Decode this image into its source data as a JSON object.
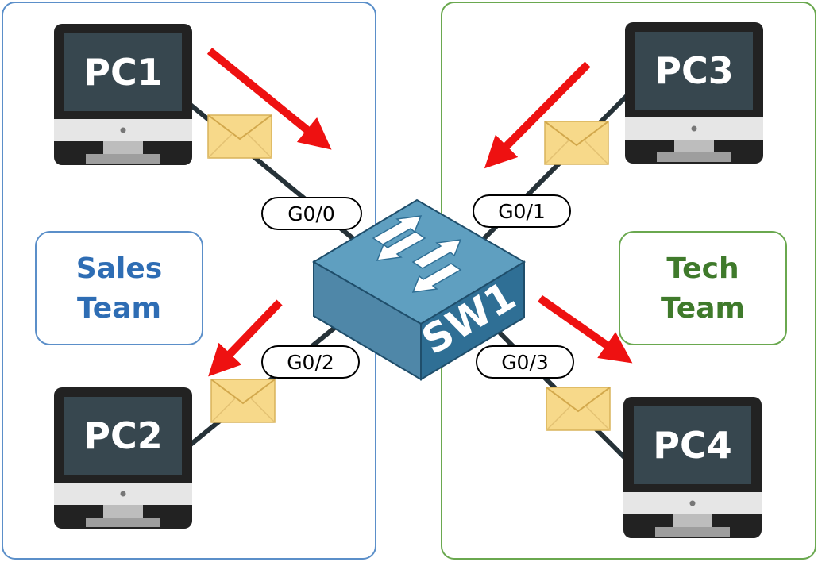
{
  "colors": {
    "sales_border": "#5b8fc9",
    "sales_text": "#2e6db4",
    "tech_border": "#6aa84f",
    "tech_text": "#3f7a2b",
    "arrow": "#ee1111",
    "cable": "#263238",
    "switch_top": "#5f9fc0",
    "switch_side": "#2f6f95",
    "envelope": "#f7d98a"
  },
  "groups": {
    "sales": {
      "label_line1": "Sales",
      "label_line2": "Team"
    },
    "tech": {
      "label_line1": "Tech",
      "label_line2": "Team"
    }
  },
  "switch": {
    "label": "SW1"
  },
  "pcs": {
    "pc1": "PC1",
    "pc2": "PC2",
    "pc3": "PC3",
    "pc4": "PC4"
  },
  "ports": {
    "p0": "G0/0",
    "p1": "G0/1",
    "p2": "G0/2",
    "p3": "G0/3"
  },
  "icons": [
    "computer-icon",
    "switch-icon",
    "envelope-icon",
    "arrow-icon"
  ]
}
